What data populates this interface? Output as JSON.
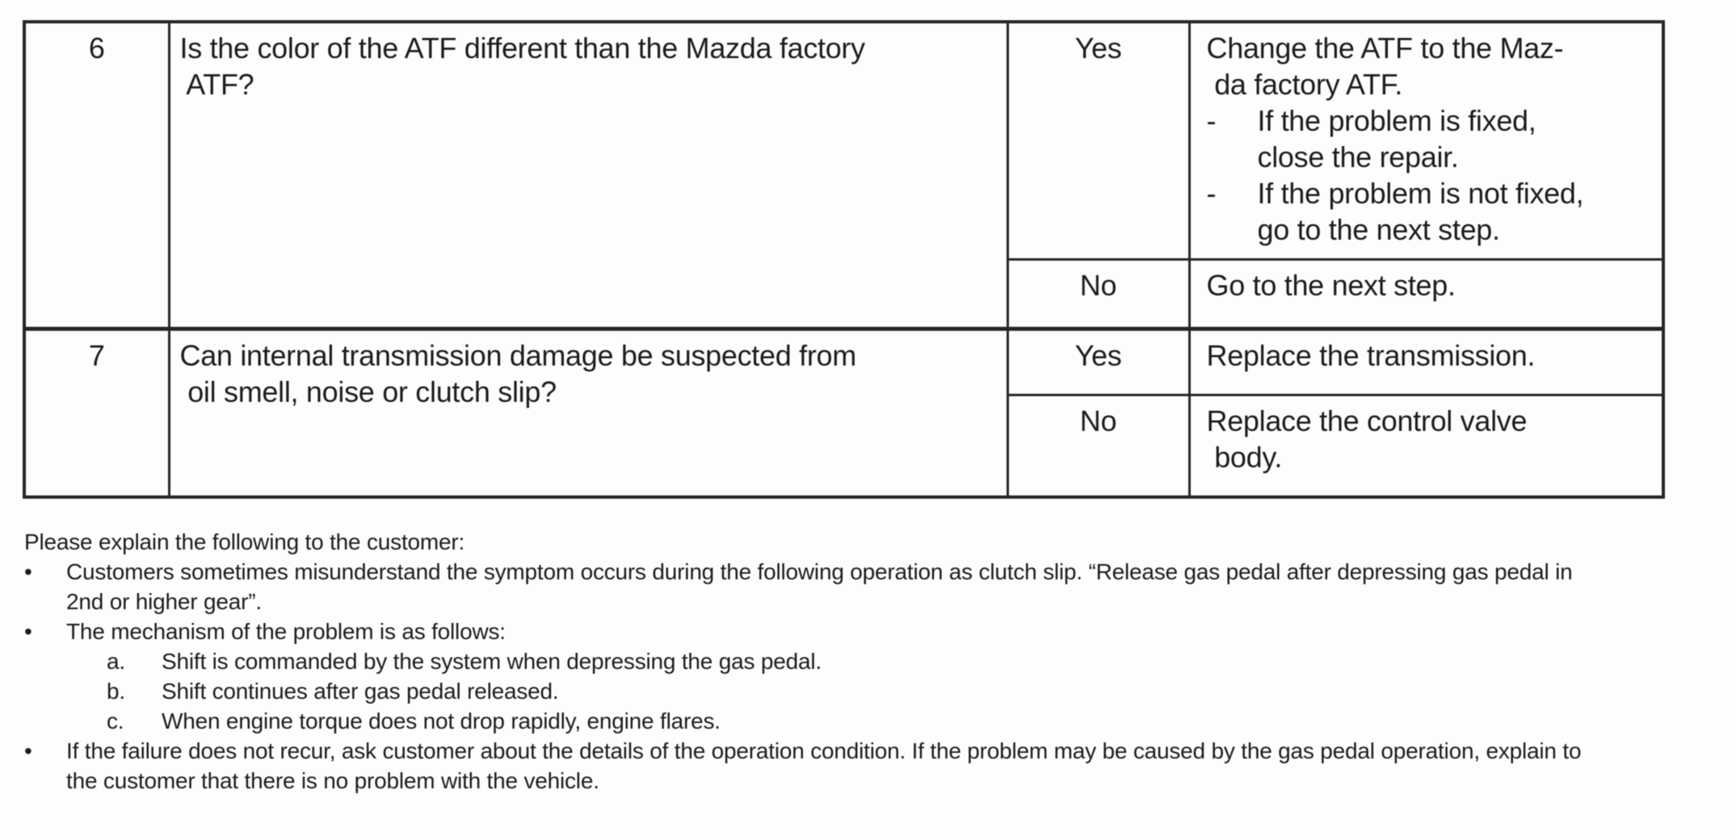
{
  "table": {
    "rows": [
      {
        "step": "6",
        "question_lines": [
          "Is the color of the ATF different than the Mazda factory",
          " ATF?"
        ],
        "outcomes": [
          {
            "answer": "Yes",
            "action_lines": [
              "Change the ATF to the Maz-",
              " da factory ATF."
            ],
            "action_items": [
              {
                "marker": "-",
                "lines": [
                  "If the problem is fixed,",
                  "close the repair."
                ]
              },
              {
                "marker": "-",
                "lines": [
                  "If the problem is not fixed,",
                  "go to the next step."
                ]
              }
            ]
          },
          {
            "answer": "No",
            "action_lines": [
              "Go to the next step."
            ]
          }
        ]
      },
      {
        "step": "7",
        "question_lines": [
          "Can internal transmission damage be suspected from",
          " oil smell, noise or clutch slip?"
        ],
        "outcomes": [
          {
            "answer": "Yes",
            "action_lines": [
              "Replace the transmission."
            ]
          },
          {
            "answer": "No",
            "action_lines": [
              "Replace the control valve",
              " body."
            ]
          }
        ]
      }
    ]
  },
  "notes": {
    "intro": "Please explain the following to the customer:",
    "bullets": [
      {
        "marker": "•",
        "lines": [
          "Customers sometimes misunderstand the symptom occurs during the following operation as clutch slip. “Release gas pedal after depressing gas pedal in",
          "2nd or higher gear”."
        ]
      },
      {
        "marker": "•",
        "lines": [
          "The mechanism of the problem is as follows:"
        ],
        "subitems": [
          {
            "label": "a.",
            "text": "Shift is commanded by the system when depressing the gas pedal."
          },
          {
            "label": "b.",
            "text": "Shift continues after gas pedal released."
          },
          {
            "label": "c.",
            "text": "When engine torque does not drop rapidly, engine flares."
          }
        ]
      },
      {
        "marker": "•",
        "lines": [
          "If the failure does not recur, ask customer about the details of the operation condition. If the problem may be caused by the gas pedal operation, explain to",
          "the customer that there is no problem with the vehicle."
        ]
      }
    ]
  }
}
